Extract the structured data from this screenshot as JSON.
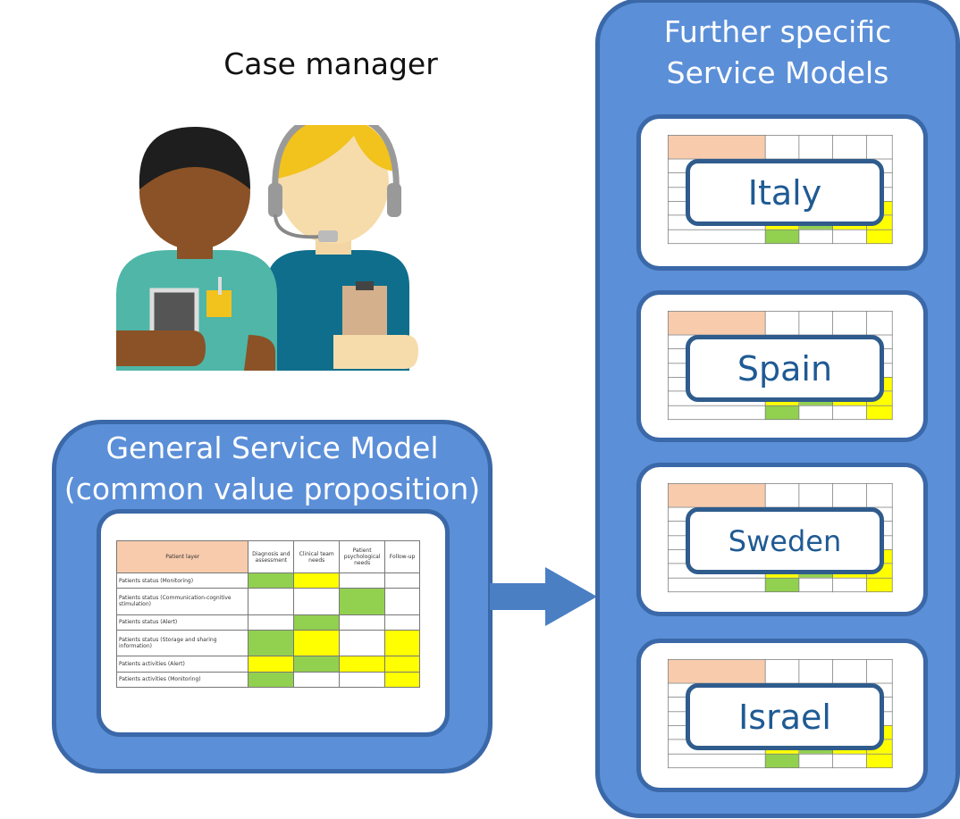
{
  "case_manager": "Case manager",
  "general": {
    "title_line1": "General Service Model",
    "title_line2": "(common value proposition)"
  },
  "specific": {
    "title_line1": "Further specific",
    "title_line2": "Service Models"
  },
  "countries": [
    "Italy",
    "Spain",
    "Sweden",
    "Israel"
  ],
  "table": {
    "headers": [
      "Patient layer",
      "Diagnosis and assessment",
      "Clinical team needs",
      "Patient psychological needs",
      "Follow-up"
    ],
    "rows": [
      {
        "label": "Patients status (Monitoring)",
        "cells": [
          "G",
          "Y",
          "",
          ""
        ]
      },
      {
        "label": "Patients status (Communication-cognitive stimulation)",
        "cells": [
          "",
          "",
          "G",
          ""
        ]
      },
      {
        "label": "Patients status (Alert)",
        "cells": [
          "",
          "G",
          "",
          ""
        ]
      },
      {
        "label": "Patients status (Storage and sharing information)",
        "cells": [
          "G",
          "Y",
          "",
          "Y"
        ]
      },
      {
        "label": "Patients activities (Alert)",
        "cells": [
          "Y",
          "G",
          "Y",
          "Y"
        ]
      },
      {
        "label": "Patients activities (Monitoring)",
        "cells": [
          "G",
          "",
          "",
          "Y"
        ]
      }
    ]
  },
  "colors": {
    "box": "#5b8fd8",
    "border": "#3a68a8",
    "green": "#92d050",
    "yellow": "#ffff00",
    "header": "#f8cbad"
  }
}
